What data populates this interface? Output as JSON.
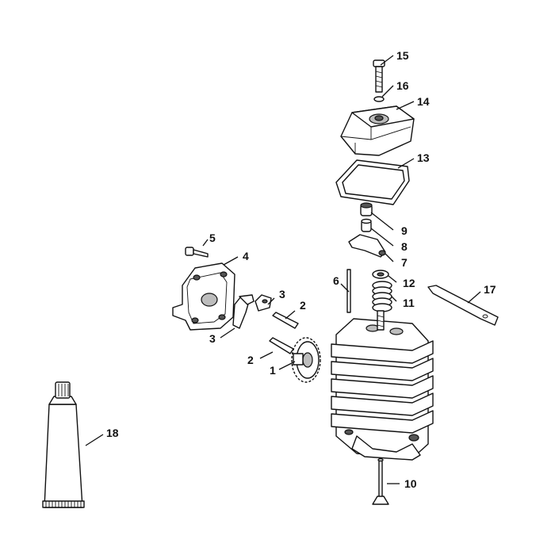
{
  "callouts": [
    "1",
    "2",
    "2",
    "3",
    "3",
    "4",
    "5",
    "6",
    "7",
    "8",
    "9",
    "10",
    "11",
    "12",
    "13",
    "14",
    "15",
    "16",
    "17",
    "18"
  ]
}
